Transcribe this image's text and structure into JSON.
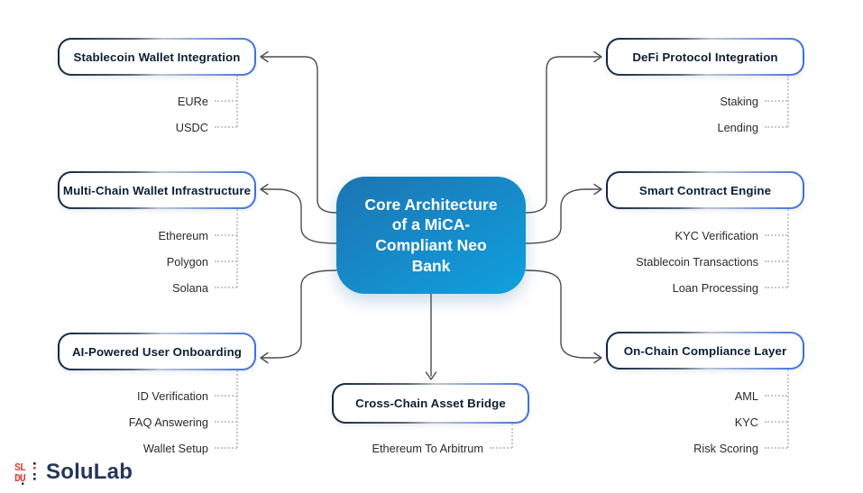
{
  "center": {
    "label": "Core Architecture of a MiCA-Compliant Neo Bank",
    "lines": [
      "Core Architecture",
      "of a MiCA-",
      "Compliant Neo",
      "Bank"
    ]
  },
  "branches": {
    "left": [
      {
        "label": "Stablecoin Wallet Integration",
        "items": [
          "EURe",
          "USDC"
        ]
      },
      {
        "label": "Multi-Chain Wallet Infrastructure",
        "items": [
          "Ethereum",
          "Polygon",
          "Solana"
        ]
      },
      {
        "label": "AI-Powered User Onboarding",
        "items": [
          "ID Verification",
          "FAQ Answering",
          "Wallet Setup"
        ]
      }
    ],
    "right": [
      {
        "label": "DeFi Protocol Integration",
        "items": [
          "Staking",
          "Lending"
        ]
      },
      {
        "label": "Smart Contract Engine",
        "items": [
          "KYC Verification",
          "Stablecoin Transactions",
          "Loan Processing"
        ]
      },
      {
        "label": "On-Chain Compliance Layer",
        "items": [
          "AML",
          "KYC",
          "Risk Scoring"
        ]
      }
    ],
    "bottom": [
      {
        "label": "Cross-Chain Asset Bridge",
        "items": [
          "Ethereum To Arbitrum"
        ]
      }
    ]
  },
  "logo": {
    "text": "SoluLab"
  },
  "colors": {
    "center_gradient_start": "#1d74b2",
    "center_gradient_end": "#10a0de",
    "box_border_navy": "#0f2440",
    "box_border_blue": "#3a6fdd",
    "box_label": "#0e1f33",
    "item_text": "#2a2a2a",
    "connector": "#4d4d4d",
    "dotted_line": "#c8c8c8",
    "logo_text": "#243755",
    "logo_red": "#d9453a"
  }
}
